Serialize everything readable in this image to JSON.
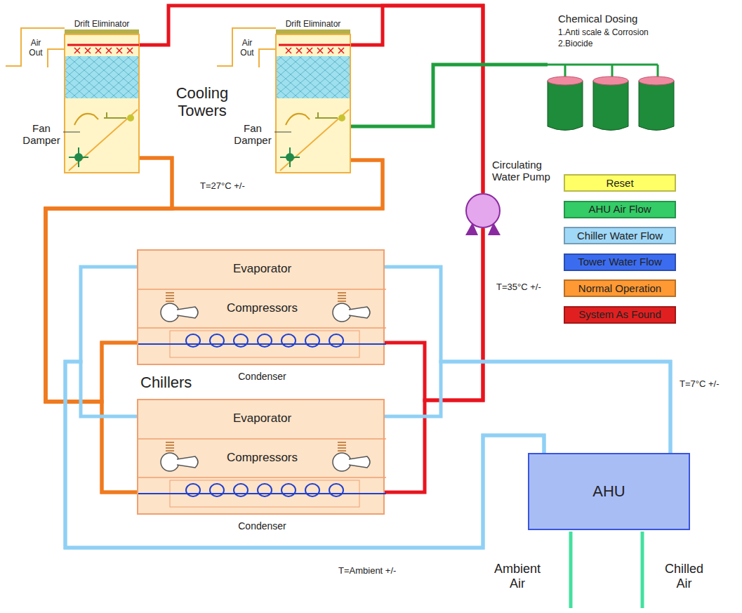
{
  "diagram": {
    "nodes": [
      {
        "text": [
          "Drift Eliminator",
          "Air Out",
          "Fan Damper"
        ]
      },
      {
        "text": [
          "Drift Eliminator",
          "Air Out",
          "Fan Damper"
        ]
      },
      {
        "text": [
          "Chemical Dosing",
          "1.Anti scale & Corrosion",
          "2.Biocide"
        ]
      },
      {
        "text": [
          "Circulating Water Pump"
        ]
      },
      {
        "text": [
          "Evaporator",
          "Compressors",
          "Condenser"
        ]
      },
      {
        "text": [
          "Evaporator",
          "Compressors",
          "Condenser"
        ]
      },
      {
        "text": [
          "AHU"
        ]
      }
    ],
    "edges": [
      {
        "from": 4,
        "to": 3,
        "arrow": "none"
      },
      {
        "from": 5,
        "to": 3,
        "arrow": "none"
      },
      {
        "from": 3,
        "to": 0,
        "arrow": "none"
      },
      {
        "from": 3,
        "to": 1,
        "arrow": "none"
      },
      {
        "from": 0,
        "to": 4,
        "arrow": "none"
      },
      {
        "from": 0,
        "to": 5,
        "arrow": "none"
      },
      {
        "from": 1,
        "to": 4,
        "arrow": "none"
      },
      {
        "from": 1,
        "to": 5,
        "arrow": "none"
      },
      {
        "from": 2,
        "to": 1,
        "arrow": "none"
      },
      {
        "from": 4,
        "to": 6,
        "arrow": "none"
      },
      {
        "from": 5,
        "to": 6,
        "arrow": "none"
      },
      {
        "from": 6,
        "to": 4,
        "arrow": "none"
      },
      {
        "from": 6,
        "to": 5,
        "arrow": "none"
      }
    ],
    "labels": [
      "Cooling Towers",
      "T=27°C +/-",
      "T=35°C +/-",
      "Chillers",
      "T=7°C +/-",
      "T=Ambient +/-",
      "Ambient Air",
      "Chilled Air"
    ],
    "legend": [
      {
        "text": "Reset",
        "color": "#ffff66"
      },
      {
        "text": "AHU Air Flow",
        "color": "#33cc66"
      },
      {
        "text": "Chiller Water Flow",
        "color": "#a0d8f8"
      },
      {
        "text": "Tower Water Flow",
        "color": "#3b6cf0"
      },
      {
        "text": "Normal Operation",
        "color": "#ff9933"
      },
      {
        "text": "System As Found",
        "color": "#e02020"
      }
    ]
  }
}
